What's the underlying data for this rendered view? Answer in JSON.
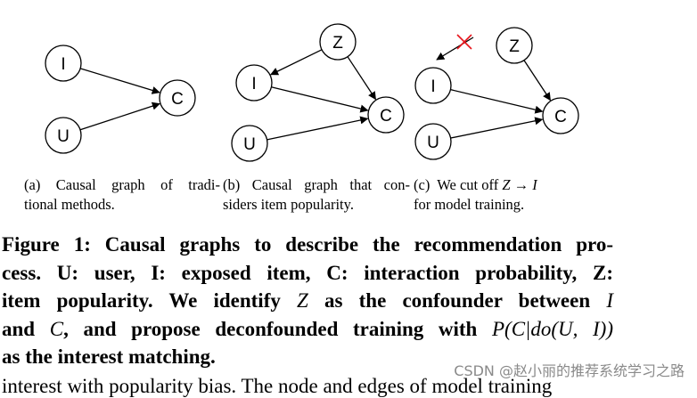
{
  "graphs": [
    {
      "id": "a",
      "nodes": [
        {
          "id": "I",
          "label": "I"
        },
        {
          "id": "U",
          "label": "U"
        },
        {
          "id": "C",
          "label": "C"
        }
      ],
      "edges": [
        {
          "from": "I",
          "to": "C"
        },
        {
          "from": "U",
          "to": "C"
        }
      ]
    },
    {
      "id": "b",
      "nodes": [
        {
          "id": "Z",
          "label": "Z"
        },
        {
          "id": "I",
          "label": "I"
        },
        {
          "id": "U",
          "label": "U"
        },
        {
          "id": "C",
          "label": "C"
        }
      ],
      "edges": [
        {
          "from": "Z",
          "to": "I"
        },
        {
          "from": "Z",
          "to": "C"
        },
        {
          "from": "I",
          "to": "C"
        },
        {
          "from": "U",
          "to": "C"
        }
      ]
    },
    {
      "id": "c",
      "nodes": [
        {
          "id": "Z",
          "label": "Z"
        },
        {
          "id": "I",
          "label": "I"
        },
        {
          "id": "U",
          "label": "U"
        },
        {
          "id": "C",
          "label": "C"
        }
      ],
      "edges": [
        {
          "from": "Z",
          "to": "C"
        },
        {
          "from": "I",
          "to": "C"
        },
        {
          "from": "U",
          "to": "C"
        }
      ],
      "cut_edge": {
        "from": "Z",
        "to": "I",
        "marker": "cross",
        "marker_color": "#e8141b"
      }
    }
  ],
  "subcaptions": {
    "a": {
      "line1": "(a)  Causal graph of tradi-",
      "line2": "tional methods."
    },
    "b": {
      "line1": "(b) Causal graph that con-",
      "line2": "siders item popularity."
    },
    "c": {
      "line1_pre": "(c)  We cut off ",
      "line1_z": "Z",
      "line1_arrow": "→",
      "line1_i": "I",
      "line2": "for model training."
    }
  },
  "figure_caption": {
    "line1": "Figure 1: Causal graphs to describe the recommendation pro-",
    "line2": "cess. U: user, I: exposed item, C: interaction probability, Z:",
    "line3_pre": "item popularity. We identify ",
    "line3_z": "Z",
    "line3_mid": " as the confounder between ",
    "line3_i": "I",
    "line4_pre": "and ",
    "line4_c": "C",
    "line4_mid": ", and propose deconfounded training with ",
    "line4_math": "P(C|do(U, I))",
    "line5": "as the interest matching."
  },
  "next_text_partial": "interest with popularity bias. The node and edges of model training",
  "watermark": "CSDN @赵小丽的推荐系统学习之路"
}
